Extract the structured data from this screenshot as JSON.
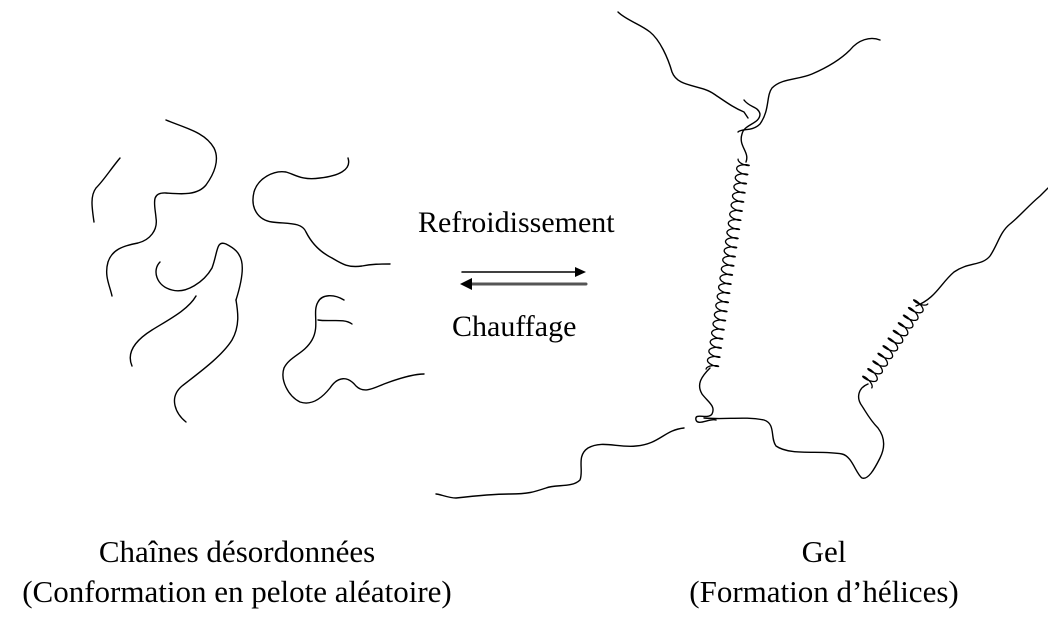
{
  "transition": {
    "forward_label": "Refroidissement",
    "reverse_label": "Chauffage"
  },
  "left_state": {
    "title": "Chaînes désordonnées",
    "subtitle": "(Conformation en pelote aléatoire)"
  },
  "right_state": {
    "title": "Gel",
    "subtitle": "(Formation d’hélices)"
  },
  "colors": {
    "ink": "#000000",
    "reverse_arrow": "#555555"
  }
}
